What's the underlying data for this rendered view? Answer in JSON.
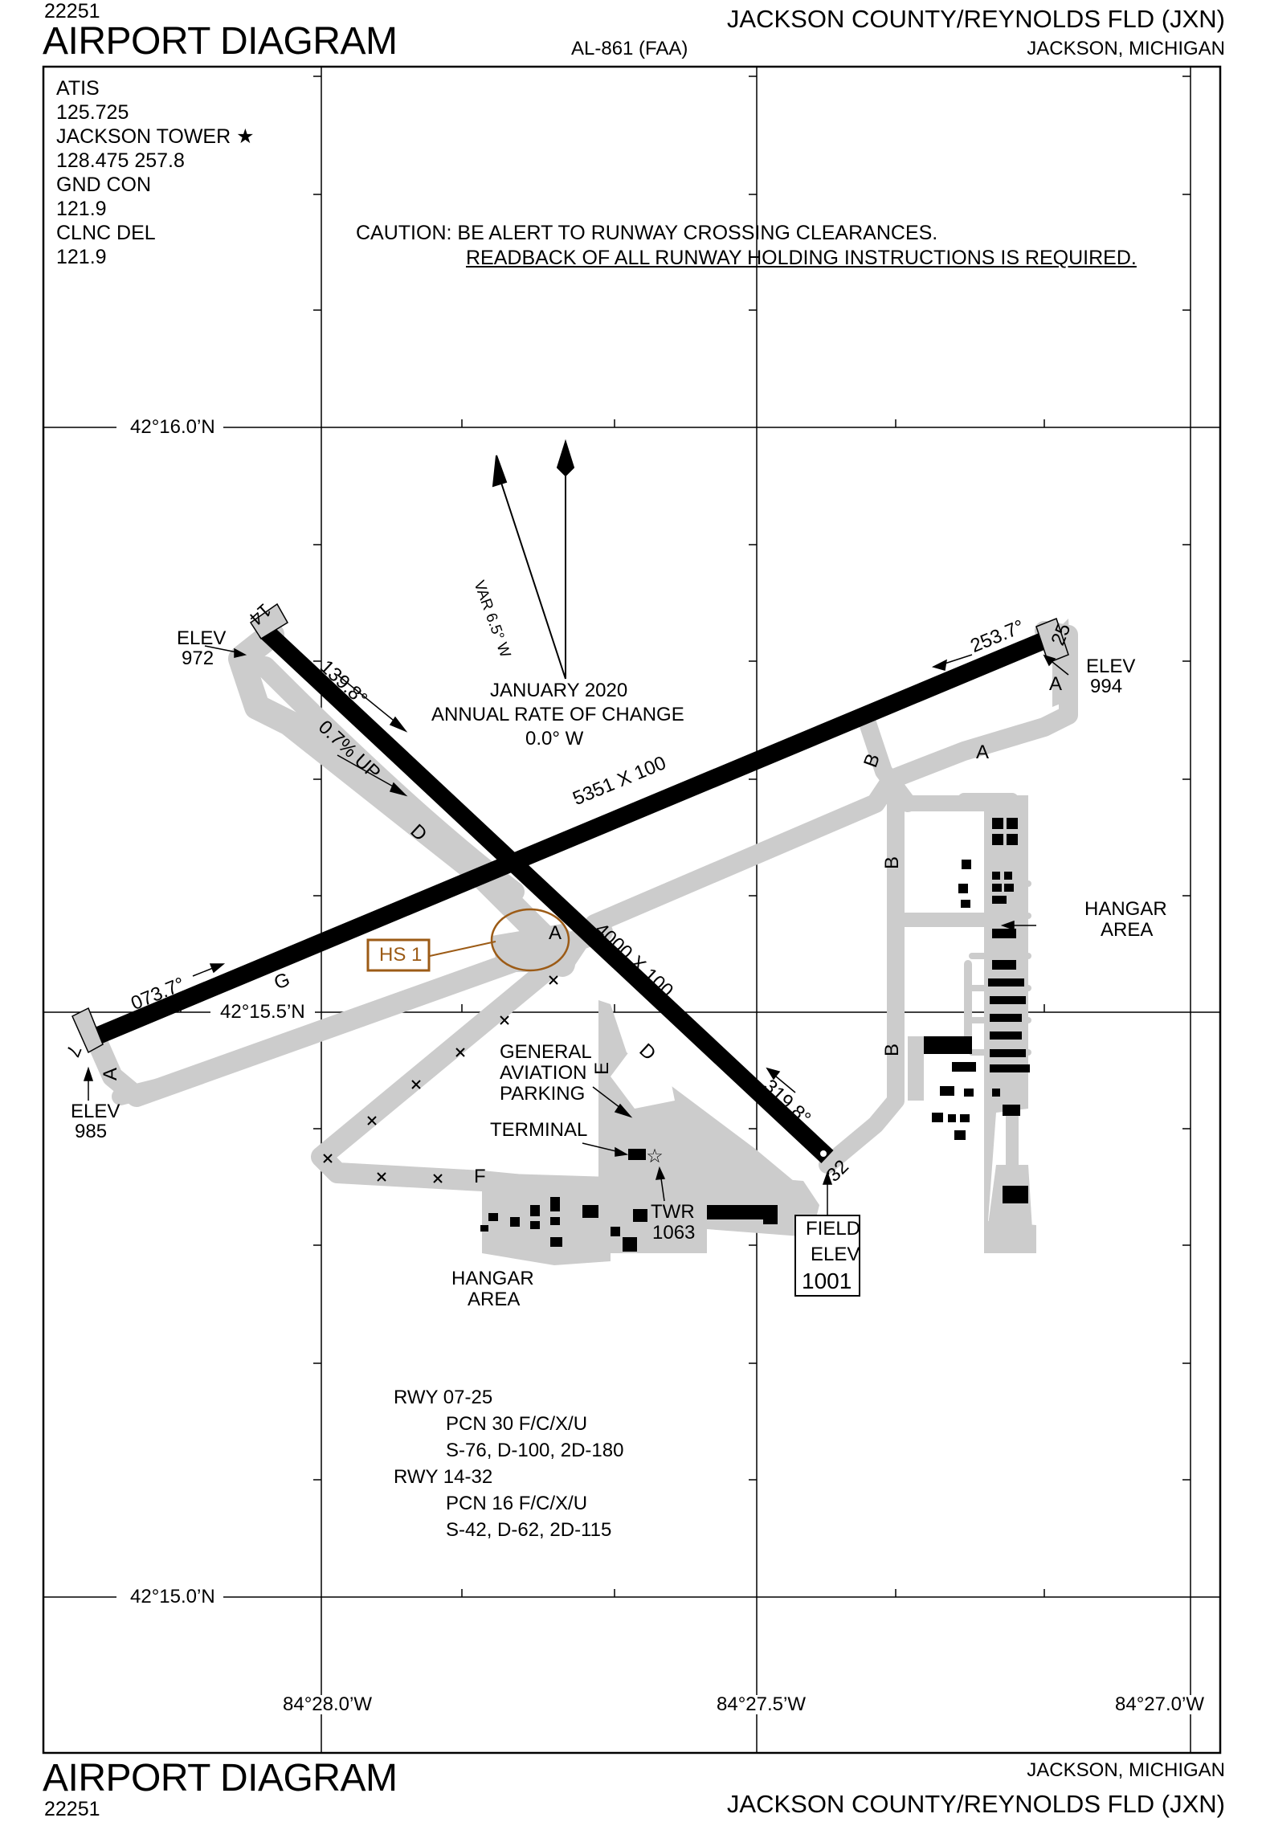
{
  "header": {
    "chart_number": "22251",
    "title": "AIRPORT DIAGRAM",
    "chart_id": "AL-861 (FAA)",
    "airport_name": "JACKSON COUNTY/REYNOLDS FLD (JXN)",
    "city_state": "JACKSON, MICHIGAN"
  },
  "footer": {
    "chart_number": "22251",
    "title": "AIRPORT DIAGRAM",
    "airport_name": "JACKSON COUNTY/REYNOLDS FLD (JXN)",
    "city_state": "JACKSON, MICHIGAN"
  },
  "frequencies": [
    "ATIS",
    "125.725",
    "JACKSON TOWER ★",
    "128.475  257.8",
    "GND CON",
    "121.9",
    "CLNC DEL",
    "121.9"
  ],
  "caution": {
    "line1": "CAUTION: BE ALERT TO RUNWAY CROSSING CLEARANCES.",
    "line2": "READBACK OF ALL RUNWAY HOLDING INSTRUCTIONS IS REQUIRED."
  },
  "grid": {
    "lat_labels": [
      "42°16.0’N",
      "42°15.5’N",
      "42°15.0’N"
    ],
    "lon_labels": [
      "84°28.0’W",
      "84°27.5’W",
      "84°27.0’W"
    ]
  },
  "magnetic": {
    "variation": "VAR 6.5° W",
    "date": "JANUARY 2020",
    "rate_label": "ANNUAL RATE OF CHANGE",
    "rate_value": "0.0° W"
  },
  "runways": {
    "rwy_07_25": {
      "ends": [
        "7",
        "25"
      ],
      "dimensions": "5351 X 100",
      "heading_07": "073.7°",
      "heading_25": "253.7°"
    },
    "rwy_14_32": {
      "ends": [
        "14",
        "32"
      ],
      "dimensions": "4000 X 100",
      "heading_14": "139.8°",
      "heading_32": "319.8°",
      "slope": "0.7% UP"
    }
  },
  "elevations": {
    "elev_label": "ELEV",
    "rwy14": "972",
    "rwy25": "994",
    "rwy7": "985",
    "field_label_1": "FIELD",
    "field_label_2": "ELEV",
    "field": "1001"
  },
  "taxiways": [
    "A",
    "A",
    "A",
    "A",
    "B",
    "B",
    "B",
    "D",
    "D",
    "E",
    "F",
    "G"
  ],
  "hotspot": "HS 1",
  "labels": {
    "hangar_area": "HANGAR",
    "area": "AREA",
    "ga_1": "GENERAL",
    "ga_2": "AVIATION",
    "ga_3": "PARKING",
    "terminal": "TERMINAL",
    "twr": "TWR",
    "twr_elev": "1063"
  },
  "pavement": [
    {
      "rwy": "RWY 07-25",
      "pcn": "PCN 30 F/C/X/U",
      "weights": "S-76, D-100, 2D-180"
    },
    {
      "rwy": "RWY 14-32",
      "pcn": "PCN 16 F/C/X/U",
      "weights": "S-42, D-62, 2D-115"
    }
  ],
  "colors": {
    "runway": "#000000",
    "taxiway": "#cccccc",
    "hotspot": "#9c5b16"
  }
}
